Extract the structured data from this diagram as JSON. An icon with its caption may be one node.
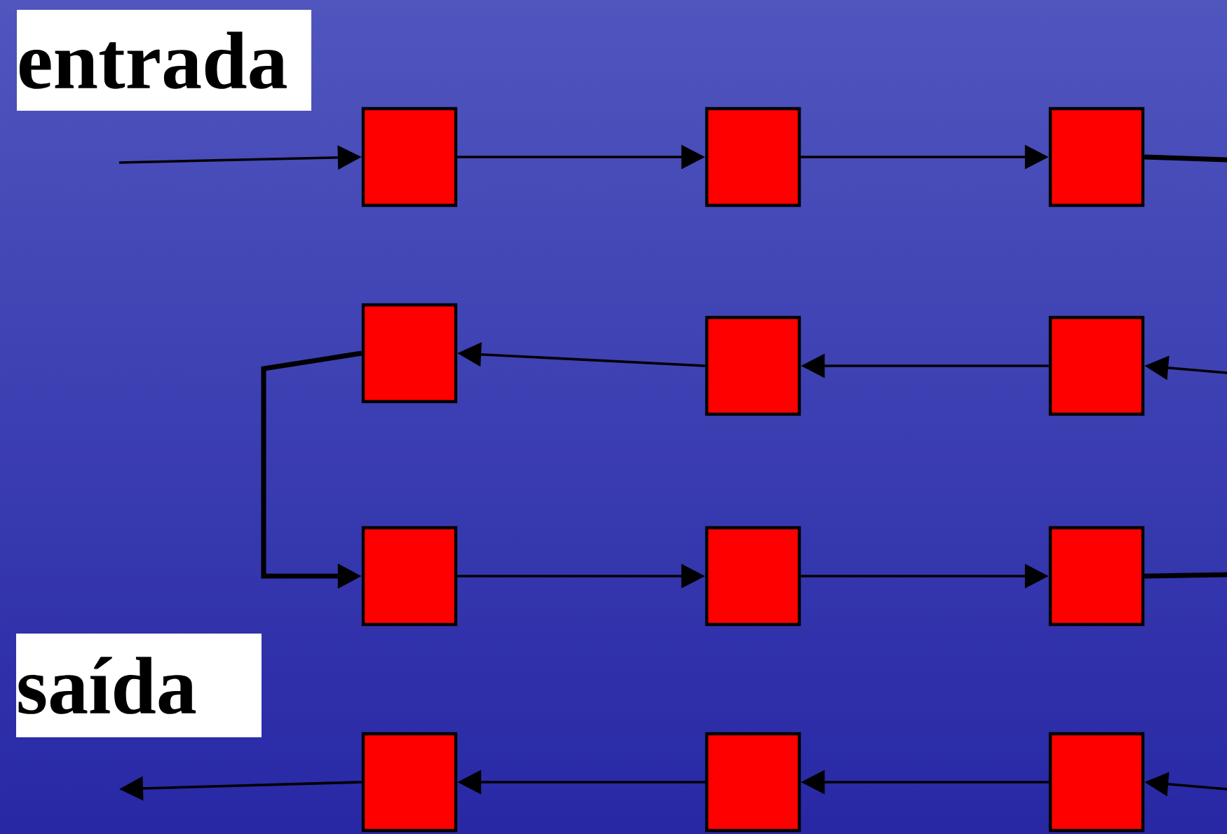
{
  "diagram": {
    "nodes": [
      {
        "text": [
          "entrada"
        ]
      },
      {
        "text": [],
        "shape": "box"
      },
      {
        "text": [],
        "shape": "box"
      },
      {
        "text": [],
        "shape": "box"
      },
      {
        "text": [],
        "shape": "box"
      },
      {
        "text": [],
        "shape": "box"
      },
      {
        "text": [],
        "shape": "box"
      },
      {
        "text": [],
        "shape": "box"
      },
      {
        "text": [],
        "shape": "box"
      },
      {
        "text": [],
        "shape": "box"
      },
      {
        "text": [
          "saída"
        ]
      },
      {
        "text": [],
        "shape": "box"
      },
      {
        "text": [],
        "shape": "box"
      },
      {
        "text": [],
        "shape": "box"
      }
    ],
    "edges": [
      {
        "from": null,
        "to": 1,
        "arrow": "to"
      },
      {
        "from": 1,
        "to": 2,
        "arrow": "to"
      },
      {
        "from": 2,
        "to": 3,
        "arrow": "to"
      },
      {
        "from": 3,
        "to": null,
        "arrow": "none",
        "style": "thick"
      },
      {
        "from": null,
        "to": 6,
        "arrow": "to"
      },
      {
        "from": 6,
        "to": 5,
        "arrow": "to"
      },
      {
        "from": 5,
        "to": 4,
        "arrow": "to"
      },
      {
        "from": 4,
        "to": 7,
        "arrow": "to",
        "style": "thick"
      },
      {
        "from": 7,
        "to": 8,
        "arrow": "to"
      },
      {
        "from": 8,
        "to": 9,
        "arrow": "to"
      },
      {
        "from": 9,
        "to": null,
        "arrow": "none",
        "style": "thick"
      },
      {
        "from": null,
        "to": 13,
        "arrow": "to"
      },
      {
        "from": 13,
        "to": 12,
        "arrow": "to"
      },
      {
        "from": 12,
        "to": 11,
        "arrow": "to"
      },
      {
        "from": 11,
        "to": null,
        "arrow": "to"
      }
    ]
  }
}
